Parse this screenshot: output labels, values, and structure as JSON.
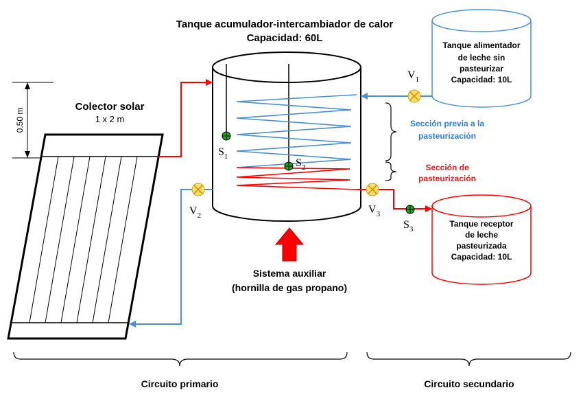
{
  "tank_main": {
    "title_line1": "Tanque acumulador-intercambiador de calor",
    "title_line2": "Capacidad: 60L"
  },
  "collector": {
    "title": "Colector solar",
    "size": "1 x 2 m",
    "height_label": "0.50 m"
  },
  "tank_feed": {
    "line1": "Tanque alimentador",
    "line2": "de leche sin",
    "line3": "pasteurizar",
    "line4": "Capacidad: 10L"
  },
  "tank_receiver": {
    "line1": "Tanque receptor",
    "line2": "de leche",
    "line3": "pasteurizada",
    "line4": "Capacidad: 10L"
  },
  "sections": {
    "pre_line1": "Sección previa a la",
    "pre_line2": "pasteurización",
    "past_line1": "Sección de",
    "past_line2": "pasteurización"
  },
  "auxiliary": {
    "line1": "Sistema auxiliar",
    "line2": "(hornilla de gas propano)"
  },
  "circuits": {
    "primary": "Circuito primario",
    "secondary": "Circuito secundario"
  },
  "sensors": {
    "s1": "S",
    "s1_sub": "1",
    "s2": "S",
    "s2_sub": "2",
    "s3": "S",
    "s3_sub": "3"
  },
  "valves": {
    "v1": "V",
    "v1_sub": "1",
    "v2": "V",
    "v2_sub": "2",
    "v3": "V",
    "v3_sub": "3"
  },
  "colors": {
    "hot": "#ff0000",
    "cold": "#4a90d0",
    "valve_fill": "#ffe066",
    "sensor_fill": "#22aa22",
    "pre_text": "#2f7fd0",
    "past_text": "#e02020"
  }
}
